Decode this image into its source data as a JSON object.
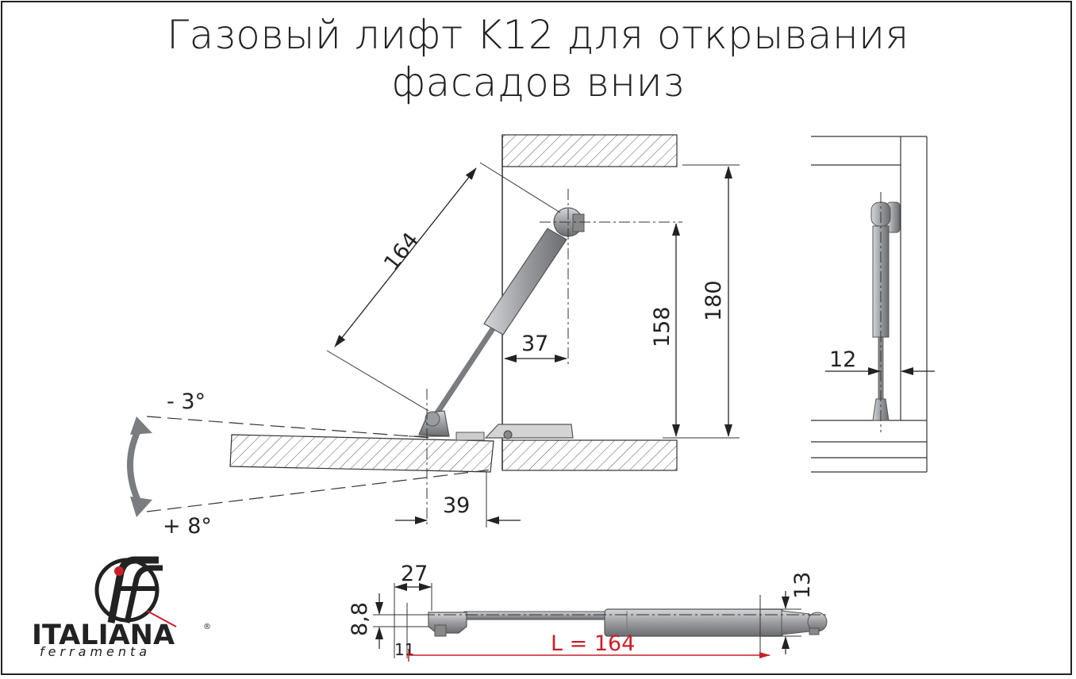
{
  "title_line1": "Газовый лифт K12 для открывания",
  "title_line2": "фасадов вниз",
  "dimensions": {
    "stroke": "164",
    "offset_x": "37",
    "height_pivot": "158",
    "height_total": "180",
    "side_offset": "12",
    "angle_up": "- 3°",
    "angle_down": "+ 8°",
    "base_offset": "39",
    "mount_27": "27",
    "mount_8_8": "8,8",
    "mount_11": "11",
    "diameter_13": "13",
    "length": "L = 164"
  },
  "logo": {
    "brand": "ITALIANA",
    "subtitle": "ferramenta",
    "registered": "®"
  },
  "colors": {
    "line": "#222222",
    "accent": "#c8202a",
    "metal": "#9a9ca0"
  }
}
